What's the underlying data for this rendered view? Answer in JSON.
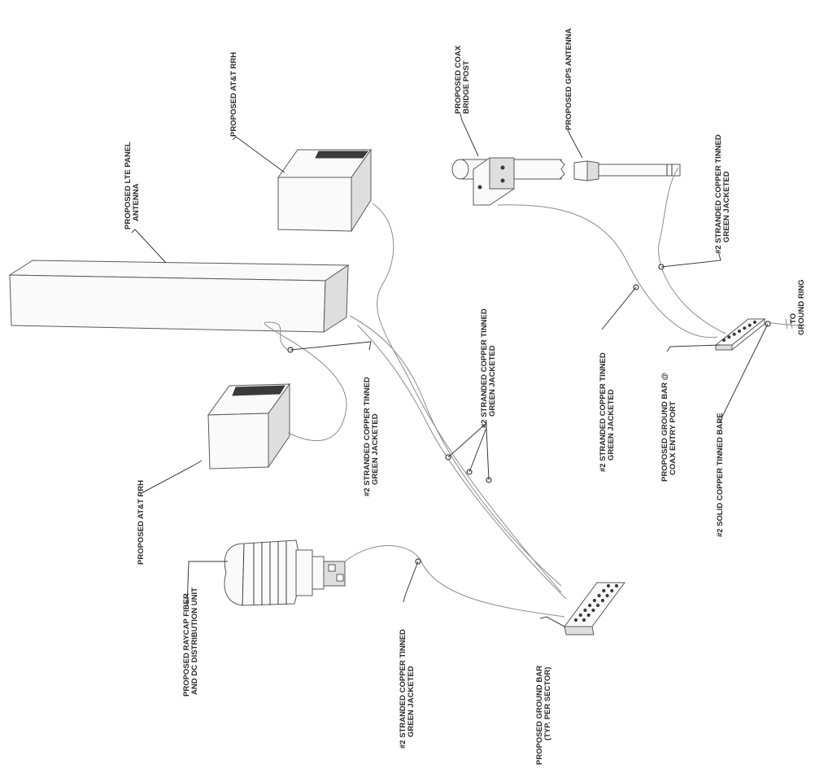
{
  "labels": {
    "lte_panel_antenna": [
      "PROPOSED LTE PANEL",
      "ANTENNA"
    ],
    "att_rrh_top": [
      "PROPOSED AT&T RRH"
    ],
    "att_rrh_left": [
      "PROPOSED AT&T RRH"
    ],
    "coax_bridge_post": [
      "PROPOSED COAX",
      "BRIDGE POST"
    ],
    "gps_antenna": [
      "PROPOSED GPS ANTENNA"
    ],
    "raycap": [
      "PROPOSED RAYCAP FIBER",
      "AND DC DISTRIBUTION UNIT"
    ],
    "ground_bar_sector": [
      "PROPOSED GROUND BAR",
      "(TYP. PER SECTOR)"
    ],
    "ground_bar_coax": [
      "PROPOSED GROUND BAR @",
      "COAX ENTRY PORT"
    ],
    "wire_rrh_left": [
      "#2 STRANDED COPPER TINNED",
      "GREEN JACKETED"
    ],
    "wire_center": [
      "#2 STRANDED COPPER TINNED",
      "GREEN JACKETED"
    ],
    "wire_raycap": [
      "#2 STRANDED COPPER TINNED",
      "GREEN JACKETED"
    ],
    "wire_bridge": [
      "#2 STRANDED COPPER TINNED",
      "GREEN JACKETED"
    ],
    "wire_gps": [
      "#2 STRANDED COPPER TINNED",
      "GREEN JACKETED"
    ],
    "solid_wire": [
      "#2 SOLID COPPER TINNED BARE"
    ],
    "ground_ring": [
      "TO",
      "GROUND RING"
    ]
  }
}
